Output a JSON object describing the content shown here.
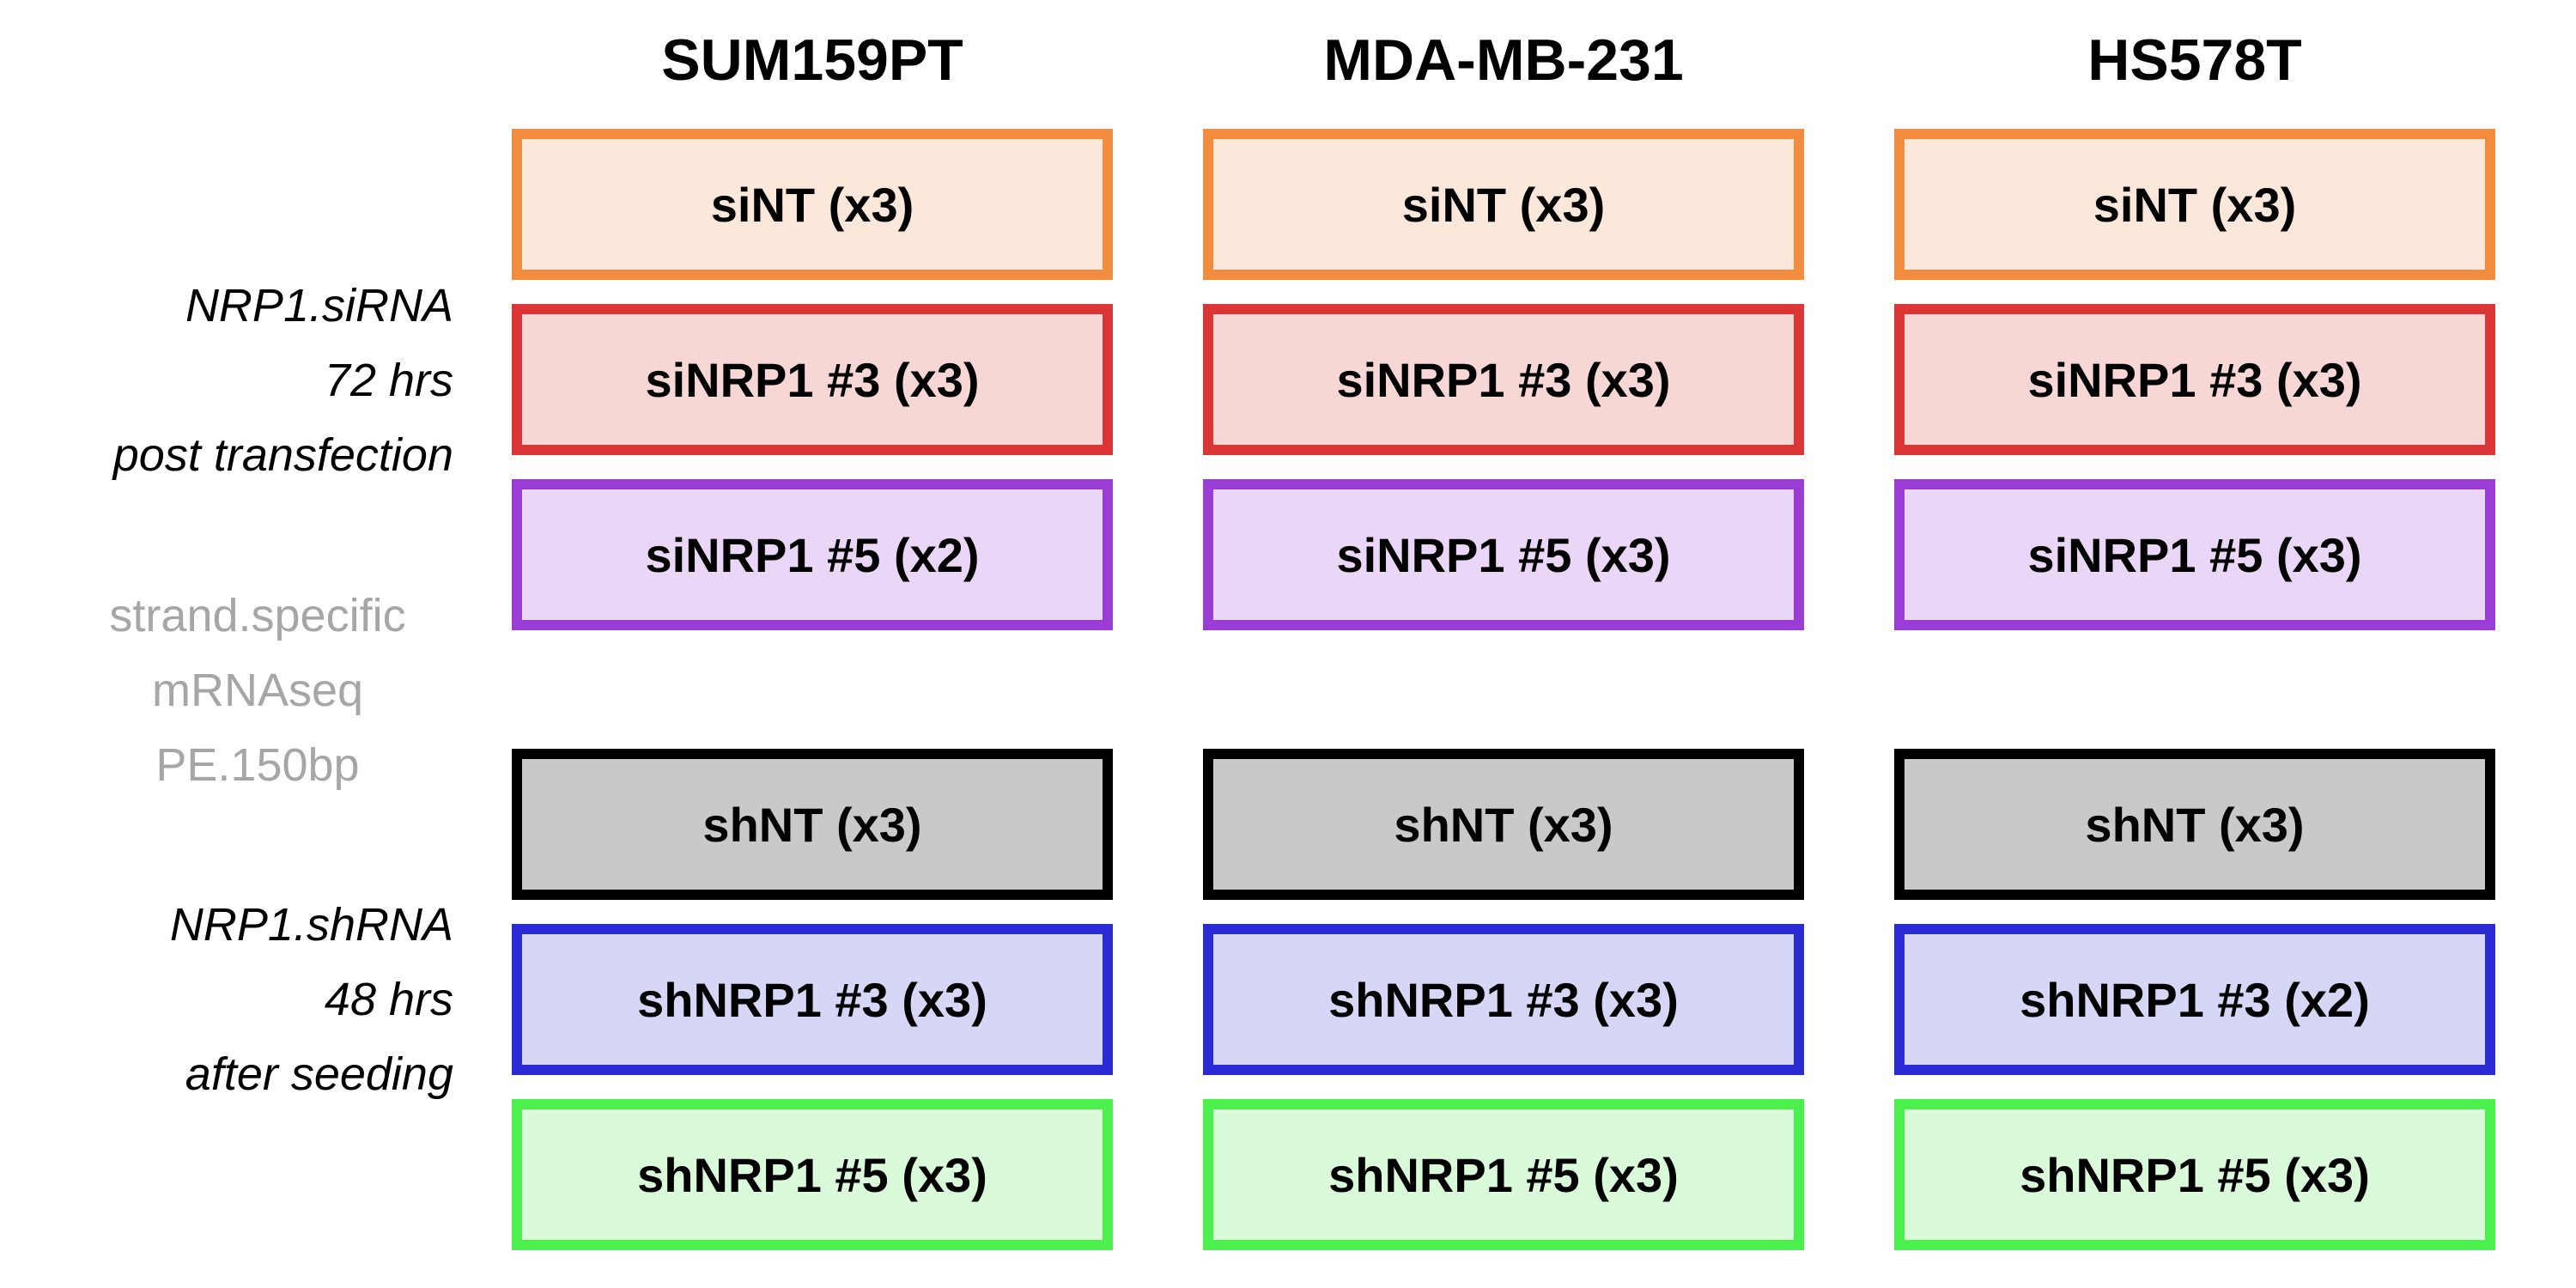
{
  "columns": [
    "SUM159PT",
    "MDA-MB-231",
    "HS578T"
  ],
  "conditions": [
    {
      "key": "siNT",
      "border": "#f28c3f",
      "fill": "#fce8da"
    },
    {
      "key": "siNRP1_3",
      "border": "#dc3535",
      "fill": "#f6d7d6"
    },
    {
      "key": "siNRP1_5",
      "border": "#9a3cd6",
      "fill": "#ead6f6"
    },
    {
      "key": "shNT",
      "border": "#000000",
      "fill": "#c9c9c9"
    },
    {
      "key": "shNRP1_3",
      "border": "#2b2bd6",
      "fill": "#d6d6f6"
    },
    {
      "key": "shNRP1_5",
      "border": "#4cf04c",
      "fill": "#dafbda"
    }
  ],
  "grid": [
    [
      "siNT (x3)",
      "siNT (x3)",
      "siNT (x3)"
    ],
    [
      "siNRP1 #3 (x3)",
      "siNRP1 #3 (x3)",
      "siNRP1 #3 (x3)"
    ],
    [
      "siNRP1 #5 (x2)",
      "siNRP1 #5 (x3)",
      "siNRP1 #5 (x3)"
    ],
    [
      "shNT (x3)",
      "shNT (x3)",
      "shNT (x3)"
    ],
    [
      "shNRP1 #3 (x3)",
      "shNRP1 #3 (x3)",
      "shNRP1 #3 (x2)"
    ],
    [
      "shNRP1 #5 (x3)",
      "shNRP1 #5 (x3)",
      "shNRP1 #5 (x3)"
    ]
  ],
  "sirna_label": [
    "NRP1.siRNA",
    "72 hrs",
    "post transfection"
  ],
  "sequencing_label": [
    "strand.specific",
    "mRNAseq",
    "PE.150bp"
  ],
  "shrna_label": [
    "NRP1.shRNA",
    "48 hrs",
    "after seeding"
  ]
}
